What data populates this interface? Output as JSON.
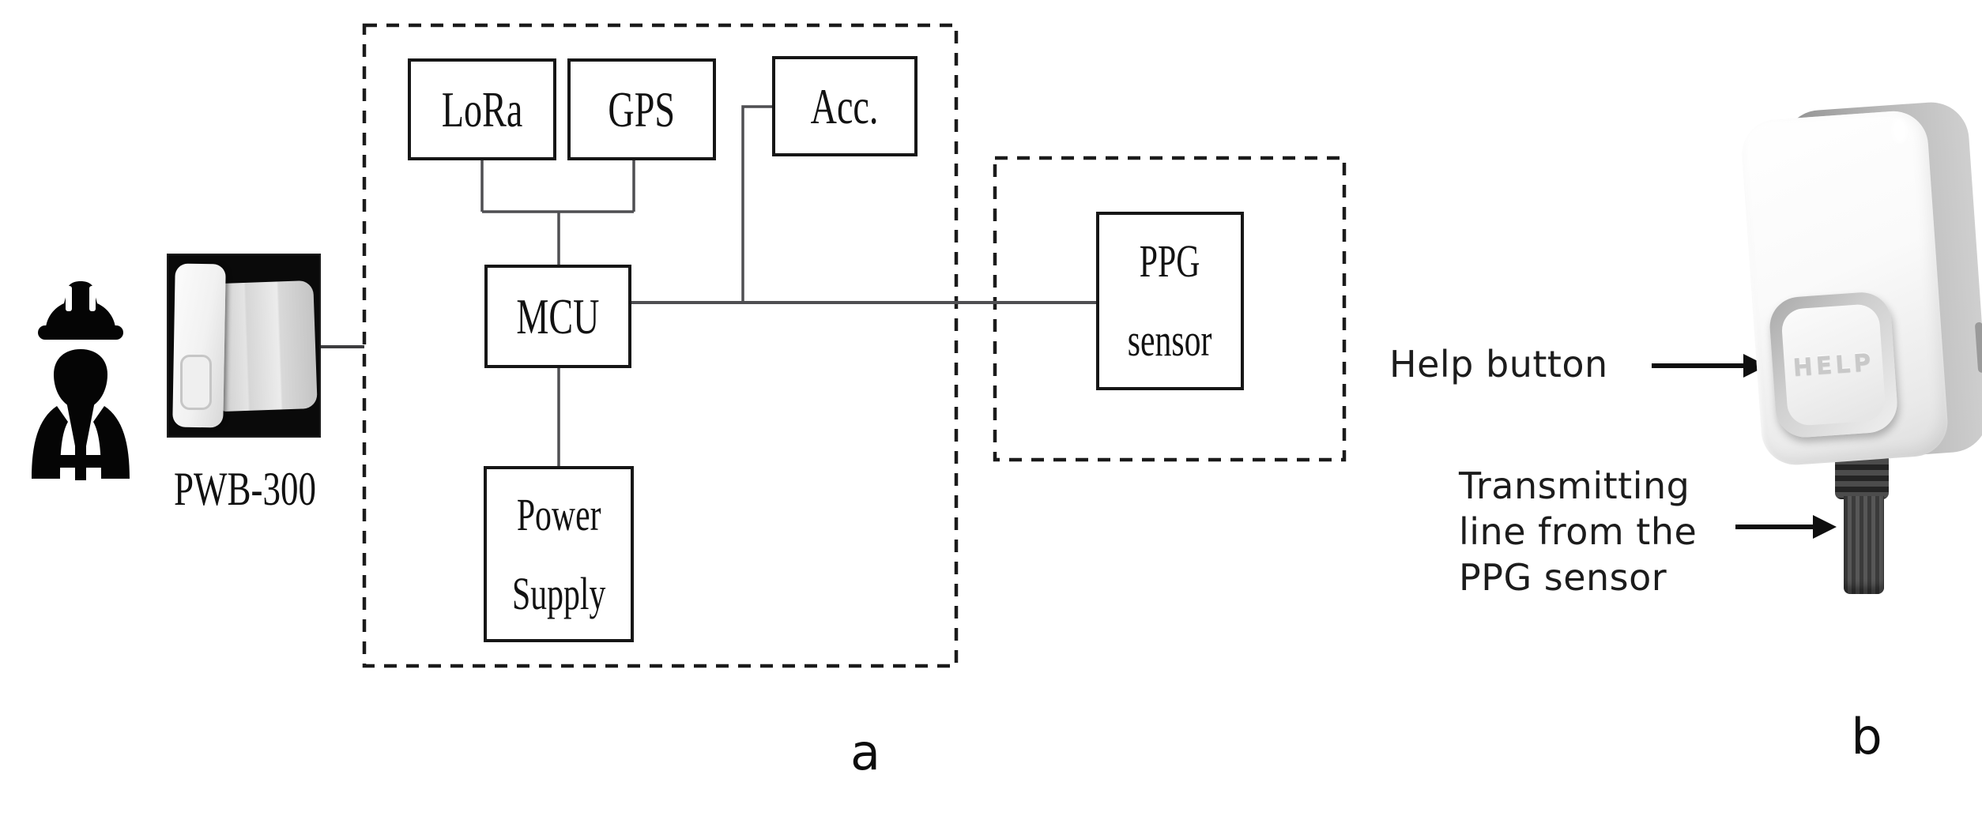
{
  "figure": {
    "caption_a": "a",
    "caption_b": "b"
  },
  "photo": {
    "label": "PWB-300"
  },
  "blocks": {
    "lora": {
      "label": "LoRa"
    },
    "gps": {
      "label": "GPS"
    },
    "acc": {
      "label": "Acc."
    },
    "mcu": {
      "label": "MCU"
    },
    "power": {
      "line1": "Power",
      "line2": "Supply"
    },
    "ppg": {
      "line1": "PPG",
      "line2": "sensor"
    }
  },
  "annotations": {
    "help_button": "Help button",
    "transmitting": [
      "Transmitting",
      "line from the",
      "PPG sensor"
    ]
  },
  "device": {
    "button_text": "HELP"
  },
  "colors": {
    "connector": "#4f4f52",
    "box_border": "#161616",
    "dashed_border": "#1b1b1b",
    "arrow": "#0f0f0f",
    "cable": "#474747",
    "photo_background": "#0a0a0a"
  }
}
